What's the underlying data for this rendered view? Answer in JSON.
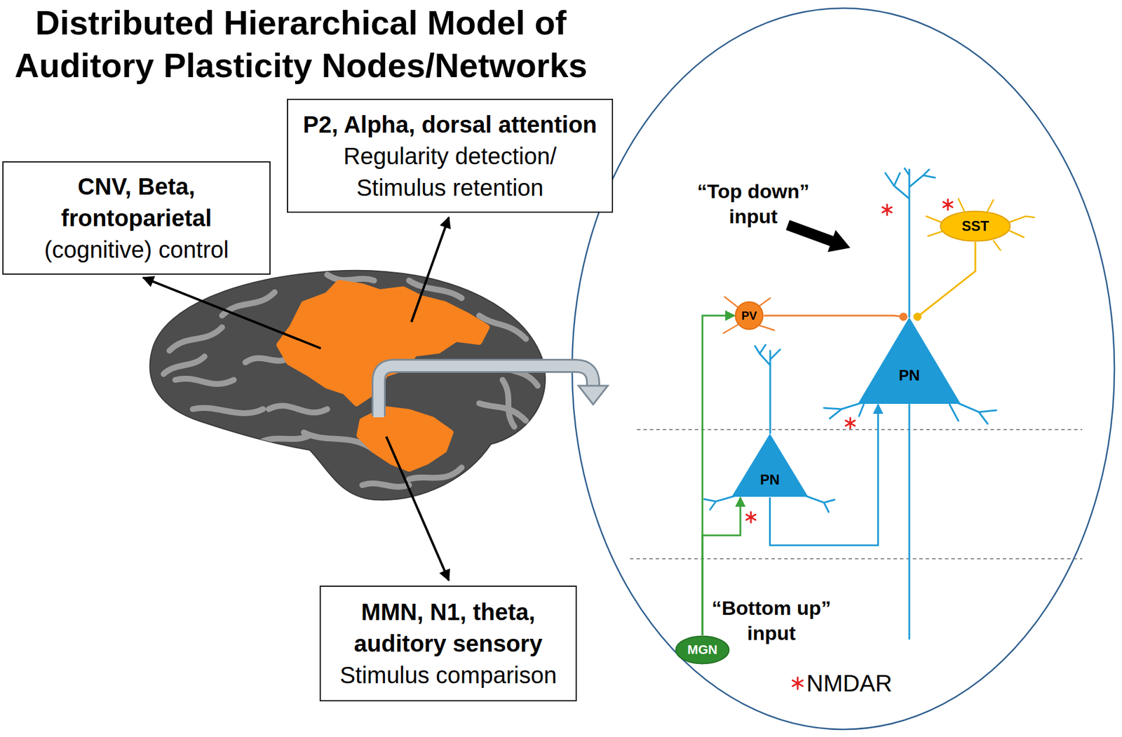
{
  "diagram": {
    "title": "Distributed Hierarchical Model of Auditory Plasticity Nodes/Networks",
    "nodes": [
      {
        "text": [
          "CNV, Beta, frontoparietal",
          "(cognitive) control"
        ]
      },
      {
        "text": [
          "P2, Alpha, dorsal attention",
          "Regularity detection/ Stimulus retention"
        ]
      },
      {
        "text": [
          "SST"
        ]
      },
      {
        "text": [
          "PV"
        ]
      },
      {
        "text": [
          "PN"
        ]
      },
      {
        "text": [
          "PN"
        ]
      },
      {
        "text": [
          "MMN, N1, theta, auditory sensory",
          "Stimulus comparison"
        ]
      },
      {
        "text": [
          "MGN"
        ]
      }
    ],
    "edges": [
      {
        "from": 7,
        "to": 3,
        "arrow": "to"
      },
      {
        "from": 7,
        "to": 5,
        "arrow": "to"
      },
      {
        "from": 5,
        "to": 4,
        "arrow": "to"
      },
      {
        "from": 3,
        "to": 4,
        "arrow": "to"
      },
      {
        "from": 2,
        "to": 4,
        "arrow": "to"
      }
    ],
    "labels": [
      "“Top down” input",
      "“Bottom up” input"
    ],
    "legend": [
      {
        "text": "NMDAR"
      }
    ]
  }
}
